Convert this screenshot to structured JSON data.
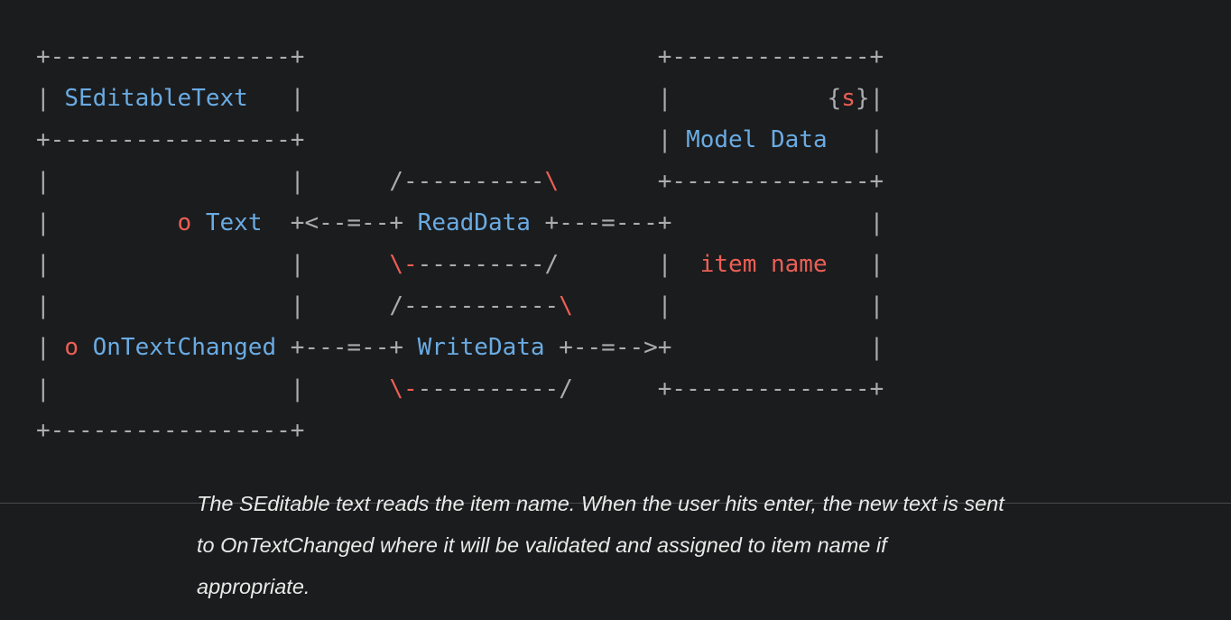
{
  "colors": {
    "background": "#1b1c1e",
    "structure": "#a9adb0",
    "identifier_blue": "#6aabe2",
    "accent_red": "#ec5f55",
    "caption_text": "#e9e9e7",
    "divider": "#4a4b4d"
  },
  "diagram": {
    "lines": [
      [
        {
          "t": "+-----------------+                         +--------------+",
          "c": "g"
        }
      ],
      [
        {
          "t": "| ",
          "c": "g"
        },
        {
          "t": "SEditableText",
          "c": "b",
          "n": "seditabletext-label"
        },
        {
          "t": "   |                         |           {",
          "c": "g"
        },
        {
          "t": "s",
          "c": "r",
          "n": "state-tag-s"
        },
        {
          "t": "}|",
          "c": "g"
        }
      ],
      [
        {
          "t": "+-----------------+                         | ",
          "c": "g"
        },
        {
          "t": "Model Data",
          "c": "b",
          "n": "model-data-label"
        },
        {
          "t": "   |",
          "c": "g"
        }
      ],
      [
        {
          "t": "|                 |      /----------",
          "c": "g"
        },
        {
          "t": "\\",
          "c": "r"
        },
        {
          "t": "       +--------------+",
          "c": "g"
        }
      ],
      [
        {
          "t": "|         ",
          "c": "g"
        },
        {
          "t": "o",
          "c": "r",
          "n": "text-pin-bullet"
        },
        {
          "t": " ",
          "c": "g"
        },
        {
          "t": "Text",
          "c": "b",
          "n": "text-pin-label"
        },
        {
          "t": "  +<--=--+ ",
          "c": "g"
        },
        {
          "t": "ReadData",
          "c": "b",
          "n": "readdata-label"
        },
        {
          "t": " +---=---+              |",
          "c": "g"
        }
      ],
      [
        {
          "t": "|                 |      ",
          "c": "g"
        },
        {
          "t": "\\-",
          "c": "r"
        },
        {
          "t": "---------/       |  ",
          "c": "g"
        },
        {
          "t": "item name",
          "c": "r",
          "n": "item-name-field"
        },
        {
          "t": "   |",
          "c": "g"
        }
      ],
      [
        {
          "t": "|                 |      /-----------",
          "c": "g"
        },
        {
          "t": "\\",
          "c": "r"
        },
        {
          "t": "      |              |",
          "c": "g"
        }
      ],
      [
        {
          "t": "| ",
          "c": "g"
        },
        {
          "t": "o",
          "c": "r",
          "n": "ontextchanged-pin-bullet"
        },
        {
          "t": " ",
          "c": "g"
        },
        {
          "t": "OnTextChanged",
          "c": "b",
          "n": "ontextchanged-pin-label"
        },
        {
          "t": " +---=--+ ",
          "c": "g"
        },
        {
          "t": "WriteData",
          "c": "b",
          "n": "writedata-label"
        },
        {
          "t": " +--=-->+              |",
          "c": "g"
        }
      ],
      [
        {
          "t": "|                 |      ",
          "c": "g"
        },
        {
          "t": "\\-",
          "c": "r"
        },
        {
          "t": "----------/      +--------------+",
          "c": "g"
        }
      ],
      [
        {
          "t": "+-----------------+",
          "c": "g"
        }
      ]
    ]
  },
  "caption": {
    "lines": [
      "The SEditable text reads the item name. When the user hits enter, the new text is sent",
      "to OnTextChanged where it will be validated and assigned to item name if",
      "appropriate."
    ]
  }
}
